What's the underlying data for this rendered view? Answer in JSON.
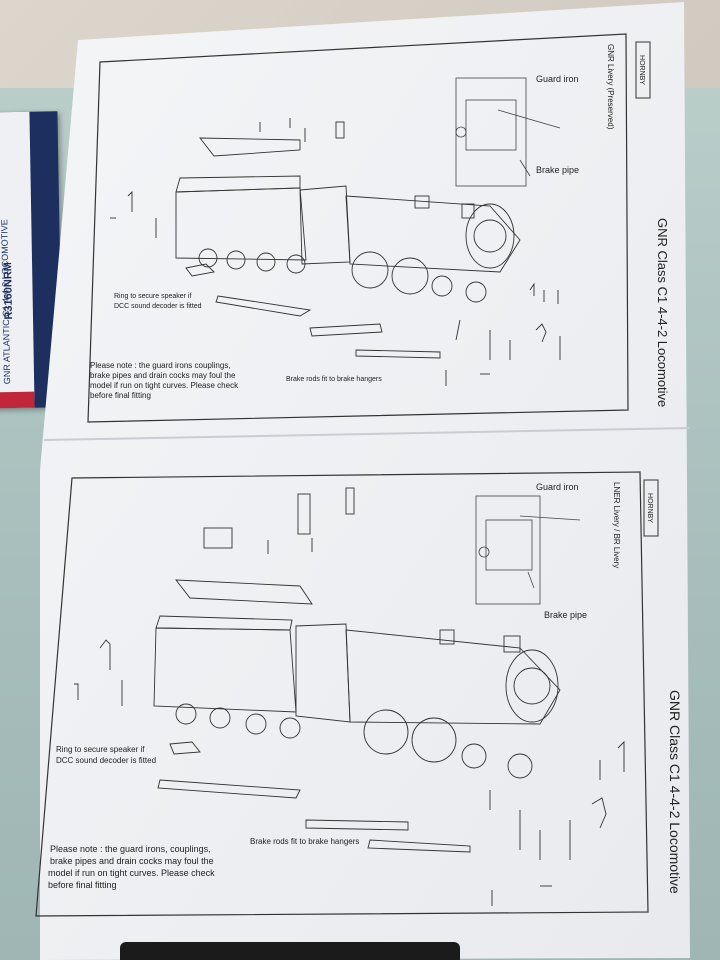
{
  "box": {
    "code": "R3160NRM",
    "side_text": "GNR ATLANTIC C1 4-4-2 LOCOMOTIVE"
  },
  "sheet_top": {
    "livery": "GNR Livery (Preserved)",
    "title": "GNR Class C1 4-4-2 Locomotive",
    "logo_text": "HORNBY",
    "label_guard_iron": "Guard iron",
    "label_brake_pipe": "Brake pipe",
    "label_ring": [
      "Ring to secure speaker if",
      "DCC sound decoder is fitted"
    ],
    "label_brake_rods": "Brake rods fit to brake hangers",
    "note_lines": [
      "Please note : the guard irons  couplings,",
      "brake pipes and drain cocks may foul the",
      "model if run on tight curves. Please check",
      "before final fitting"
    ]
  },
  "sheet_bottom": {
    "livery": "LNER Livery / BR Livery",
    "title": "GNR Class C1 4-4-2 Locomotive",
    "logo_text": "HORNBY",
    "label_guard_iron": "Guard iron",
    "label_brake_pipe": "Brake pipe",
    "label_ring": [
      "Ring to secure speaker if",
      "DCC sound decoder is fitted"
    ],
    "label_brake_rods": "Brake rods fit to brake hangers",
    "note_lines": [
      "Please note : the guard irons,  couplings,",
      "brake pipes and drain cocks may foul the",
      "model if run on tight curves. Please check",
      "before final fitting"
    ]
  }
}
